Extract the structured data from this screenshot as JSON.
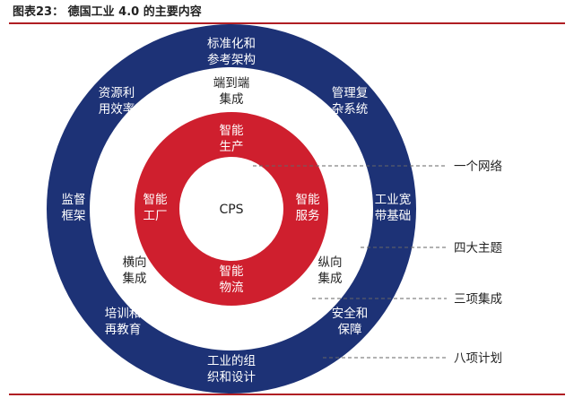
{
  "title": "图表23：   德国工业 4.0 的主要内容",
  "colors": {
    "outer_ring": "#1d3276",
    "middle_ring": "#ffffff",
    "inner_ring": "#cf1f2e",
    "center": "#ffffff",
    "accent_rule": "#b01e23"
  },
  "center_label": "CPS",
  "outer_ring_items": [
    {
      "line1": "标准化和",
      "line2": "参考架构"
    },
    {
      "line1": "管理复",
      "line2": "杂系统"
    },
    {
      "line1": "工业宽",
      "line2": "带基础"
    },
    {
      "line1": "安全和",
      "line2": "保障"
    },
    {
      "line1": "工业的组",
      "line2": "织和设计"
    },
    {
      "line1": "培训和",
      "line2": "再教育"
    },
    {
      "line1": "监督",
      "line2": "框架"
    },
    {
      "line1": "资源利",
      "line2": "用效率"
    }
  ],
  "middle_ring_items": [
    {
      "line1": "端到端",
      "line2": "集成"
    },
    {
      "line1": "纵向",
      "line2": "集成"
    },
    {
      "line1": "横向",
      "line2": "集成"
    }
  ],
  "inner_ring_items": [
    {
      "line1": "智能",
      "line2": "生产"
    },
    {
      "line1": "智能",
      "line2": "服务"
    },
    {
      "line1": "智能",
      "line2": "物流"
    },
    {
      "line1": "智能",
      "line2": "工厂"
    }
  ],
  "legend": [
    "一个网络",
    "四大主题",
    "三项集成",
    "八项计划"
  ]
}
